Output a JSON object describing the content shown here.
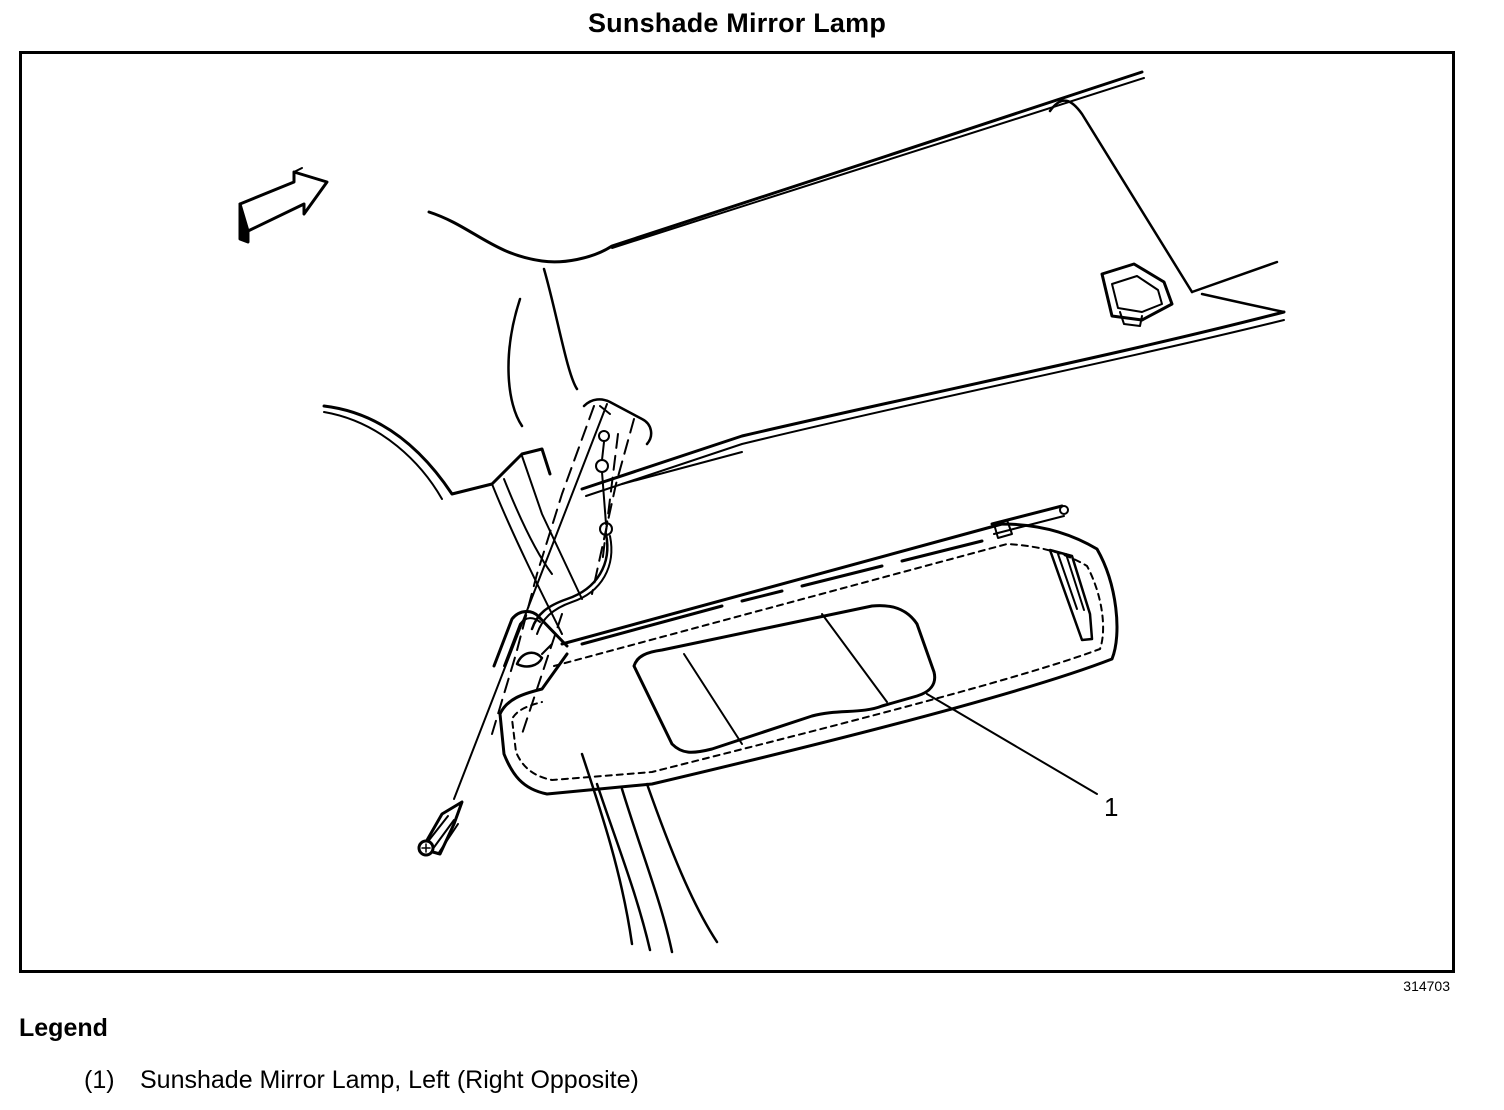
{
  "title": "Sunshade Mirror Lamp",
  "figure_number": "314703",
  "callouts": [
    {
      "label": "1",
      "name": "Sunshade Mirror Lamp"
    }
  ],
  "legend": {
    "heading": "Legend",
    "items": [
      {
        "number": "(1)",
        "text": "Sunshade Mirror Lamp, Left (Right Opposite)"
      }
    ]
  }
}
